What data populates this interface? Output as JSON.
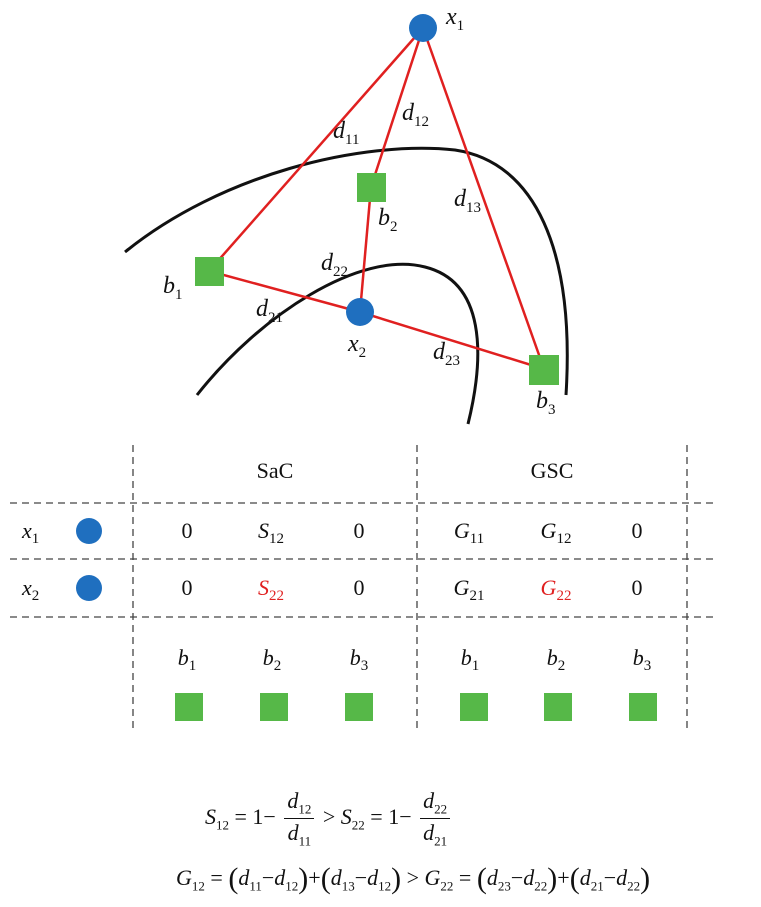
{
  "diagram": {
    "points": [
      {
        "id": "x1",
        "base": "x",
        "sub": "1"
      },
      {
        "id": "x2",
        "base": "x",
        "sub": "2"
      }
    ],
    "bases": [
      {
        "id": "b1",
        "base": "b",
        "sub": "1"
      },
      {
        "id": "b2",
        "base": "b",
        "sub": "2"
      },
      {
        "id": "b3",
        "base": "b",
        "sub": "3"
      }
    ],
    "distances": [
      {
        "id": "d11",
        "base": "d",
        "sub": "11"
      },
      {
        "id": "d12",
        "base": "d",
        "sub": "12"
      },
      {
        "id": "d13",
        "base": "d",
        "sub": "13"
      },
      {
        "id": "d21",
        "base": "d",
        "sub": "21"
      },
      {
        "id": "d22",
        "base": "d",
        "sub": "22"
      },
      {
        "id": "d23",
        "base": "d",
        "sub": "23"
      }
    ],
    "colors": {
      "point": "#1f6fbf",
      "base": "#56b848",
      "edge": "#e02020",
      "curve": "#111111",
      "highlight": "#e02020"
    }
  },
  "table": {
    "headers": {
      "sac": "SaC",
      "gsc": "GSC"
    },
    "rows": [
      {
        "label_base": "x",
        "label_sub": "1",
        "sac": [
          {
            "t": "0"
          },
          {
            "base": "S",
            "sub": "12"
          },
          {
            "t": "0"
          }
        ],
        "gsc": [
          {
            "base": "G",
            "sub": "11"
          },
          {
            "base": "G",
            "sub": "12"
          },
          {
            "t": "0"
          }
        ]
      },
      {
        "label_base": "x",
        "label_sub": "2",
        "sac": [
          {
            "t": "0"
          },
          {
            "base": "S",
            "sub": "22",
            "highlight": true
          },
          {
            "t": "0"
          }
        ],
        "gsc": [
          {
            "base": "G",
            "sub": "21"
          },
          {
            "base": "G",
            "sub": "22",
            "highlight": true
          },
          {
            "t": "0"
          }
        ]
      }
    ],
    "footer": [
      {
        "base": "b",
        "sub": "1"
      },
      {
        "base": "b",
        "sub": "2"
      },
      {
        "base": "b",
        "sub": "3"
      }
    ]
  },
  "equations": {
    "eq1": {
      "lhs": "S",
      "lhs_sub": "12",
      "one": "1",
      "minus": "−",
      "gt": ">",
      "eq": "=",
      "num1": "d",
      "num1_sub": "12",
      "den1": "d",
      "den1_sub": "11",
      "rhs": "S",
      "rhs_sub": "22",
      "num2": "d",
      "num2_sub": "22",
      "den2": "d",
      "den2_sub": "21"
    },
    "eq2": {
      "lhs": "G",
      "lhs_sub": "12",
      "rhs": "G",
      "rhs_sub": "22",
      "gt": ">",
      "eq": "=",
      "plus": "+",
      "minus": "−",
      "t1a": "d",
      "t1a_sub": "11",
      "t1b": "d",
      "t1b_sub": "12",
      "t2a": "d",
      "t2a_sub": "13",
      "t2b": "d",
      "t2b_sub": "12",
      "t3a": "d",
      "t3a_sub": "23",
      "t3b": "d",
      "t3b_sub": "22",
      "t4a": "d",
      "t4a_sub": "21",
      "t4b": "d",
      "t4b_sub": "22"
    }
  }
}
